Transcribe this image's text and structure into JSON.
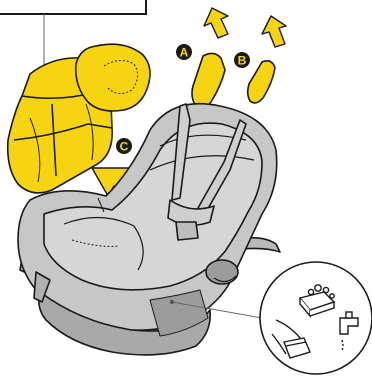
{
  "diagram": {
    "markers": [
      {
        "id": "A",
        "label": "A",
        "color": "#1a1a1a"
      },
      {
        "id": "B",
        "label": "B",
        "color": "#1a1a1a"
      },
      {
        "id": "C",
        "label": "C",
        "color": "#1a1a1a"
      }
    ],
    "colors": {
      "removed_part": "#f6d411",
      "seat_shell": "#c7c7c7",
      "seat_fabric": "#d6d6d6",
      "outline": "#1a1a1a"
    },
    "icons": [
      "baby-car-seat-icon",
      "seat-cover-icon",
      "head-insert-icon",
      "shoulder-pad-icon",
      "arrow-up-icon",
      "soap-icon",
      "water-tap-icon",
      "sponge-icon"
    ]
  }
}
